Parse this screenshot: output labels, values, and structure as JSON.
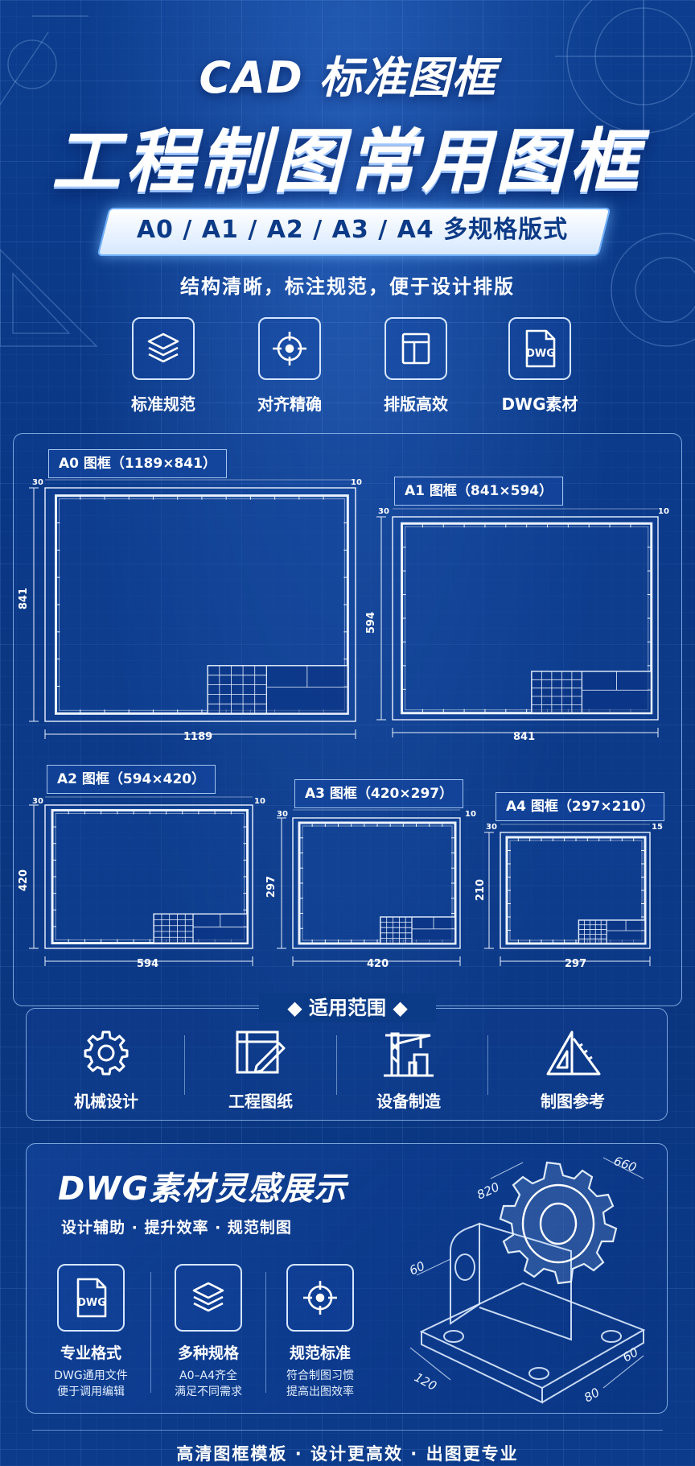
{
  "header": {
    "title_line1": "CAD 标准图框",
    "title_line2": "工程制图常用图框",
    "spec_banner": "A0 / A1 / A2 / A3 / A4 多规格版式",
    "subtitle": "结构清晰，标注规范，便于设计排版"
  },
  "features": [
    {
      "label": "标准规范",
      "icon": "layers-icon"
    },
    {
      "label": "对齐精确",
      "icon": "crosshair-icon"
    },
    {
      "label": "排版高效",
      "icon": "layout-icon"
    },
    {
      "label": "DWG素材",
      "icon": "dwg-file-icon",
      "icon_text": "DWG"
    }
  ],
  "frames": [
    {
      "label": "A0 图框（1189×841）",
      "width_dim": "1189",
      "height_dim": "841",
      "margin_left": "30",
      "margin_right": "10"
    },
    {
      "label": "A1 图框（841×594）",
      "width_dim": "841",
      "height_dim": "594",
      "margin_left": "30",
      "margin_right": "10"
    },
    {
      "label": "A2 图框（594×420）",
      "width_dim": "594",
      "height_dim": "420",
      "margin_left": "30",
      "margin_right": "10"
    },
    {
      "label": "A3 图框（420×297）",
      "width_dim": "420",
      "height_dim": "297",
      "margin_left": "30",
      "margin_right": "10"
    },
    {
      "label": "A4 图框（297×210）",
      "width_dim": "297",
      "height_dim": "210",
      "margin_left": "30",
      "margin_right": "15"
    }
  ],
  "scope": {
    "title": "◆ 适用范围 ◆",
    "items": [
      {
        "label": "机械设计",
        "icon": "gear-icon"
      },
      {
        "label": "工程图纸",
        "icon": "drawing-pen-icon"
      },
      {
        "label": "设备制造",
        "icon": "crane-icon"
      },
      {
        "label": "制图参考",
        "icon": "set-square-icon"
      }
    ]
  },
  "dwg_section": {
    "title": "DWG素材灵感展示",
    "subtitle": "设计辅助 · 提升效率 · 规范制图",
    "items": [
      {
        "title": "专业格式",
        "line1": "DWG通用文件",
        "line2": "便于调用编辑",
        "icon": "dwg-file-icon",
        "icon_text": "DWG"
      },
      {
        "title": "多种规格",
        "line1": "A0–A4齐全",
        "line2": "满足不同需求",
        "icon": "layers-icon"
      },
      {
        "title": "规范标准",
        "line1": "符合制图习惯",
        "line2": "提高出图效率",
        "icon": "crosshair-icon"
      }
    ],
    "model_dims": [
      "660",
      "820",
      "60",
      "120",
      "80",
      "60"
    ]
  },
  "footer": "高清图框模板 · 设计更高效 · 出图更专业",
  "colors": {
    "background": "#0b3a86",
    "accent": "#6fb0ff",
    "line": "#ffffff"
  }
}
